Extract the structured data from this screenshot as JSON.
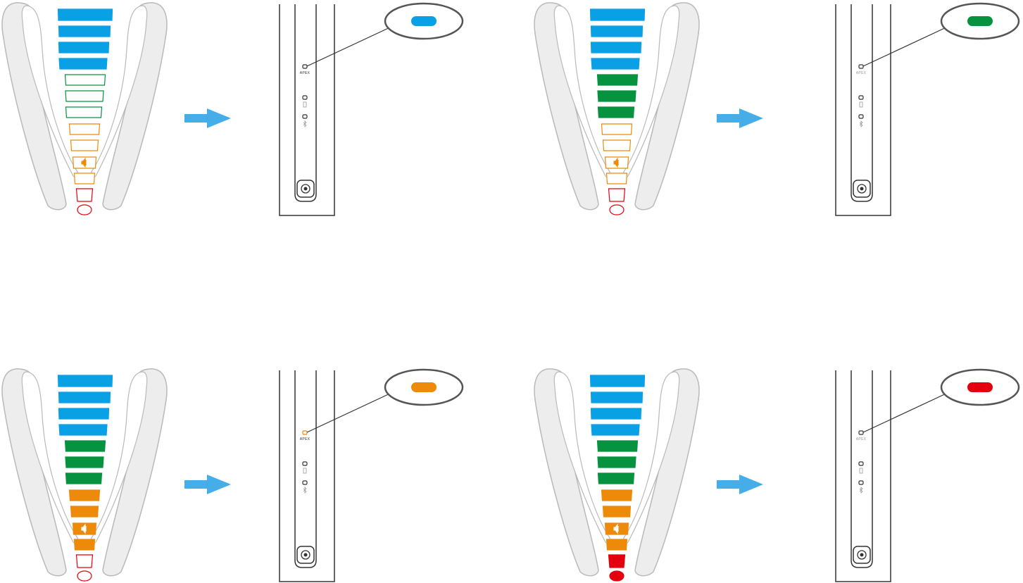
{
  "colors": {
    "blue": "#0aa0e6",
    "green": "#06923f",
    "orange": "#ed8a0a",
    "red": "#e3000f",
    "arrow": "#45aee9",
    "strap": "#ededed",
    "outline": "#b9b9b9",
    "device": "#333333"
  },
  "device_label": "APEX",
  "panels": [
    {
      "id": "blue",
      "led_state": "blue",
      "filled_blue": 4,
      "filled_green": 0,
      "filled_orange": 0,
      "filled_red": 0,
      "apex_label_color": "#333333"
    },
    {
      "id": "green",
      "led_state": "green",
      "filled_blue": 4,
      "filled_green": 3,
      "filled_orange": 0,
      "filled_red": 0,
      "apex_label_color": "#999999"
    },
    {
      "id": "orange",
      "led_state": "orange",
      "filled_blue": 4,
      "filled_green": 3,
      "filled_orange": 4,
      "filled_red": 0,
      "apex_label_color": "#333333"
    },
    {
      "id": "red",
      "led_state": "red",
      "filled_blue": 4,
      "filled_green": 3,
      "filled_orange": 4,
      "filled_red": 2,
      "apex_label_color": "#999999"
    }
  ]
}
